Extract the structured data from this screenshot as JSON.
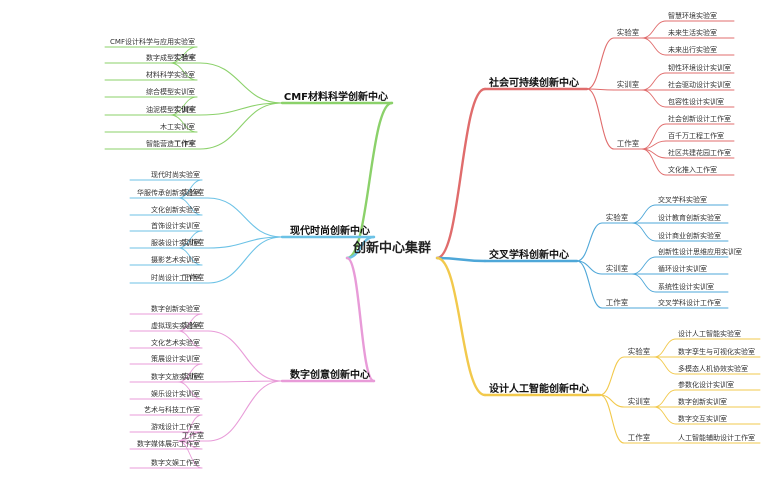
{
  "central": "创新中心集群",
  "branches": [
    {
      "name": "社会可持续创新中心",
      "color": "#e06c6c",
      "groups": [
        {
          "name": "实验室",
          "items": [
            "智慧环境实验室",
            "未来生活实验室",
            "未来出行实验室"
          ]
        },
        {
          "name": "实训室",
          "items": [
            "韧性环境设计实训室",
            "社会驱动设计实训室",
            "包容性设计实训室"
          ]
        },
        {
          "name": "工作室",
          "items": [
            "社会创新设计工作室",
            "百千万工程工作室",
            "社区共建花园工作室",
            "文化推入工作室"
          ]
        }
      ]
    },
    {
      "name": "交叉学科创新中心",
      "color": "#4ea7d8",
      "groups": [
        {
          "name": "实验室",
          "items": [
            "交叉学科实验室",
            "设计教育创新实验室",
            "设计商业创新实验室"
          ]
        },
        {
          "name": "实训室",
          "items": [
            "创新性设计思维应用实训室",
            "循环设计实训室",
            "系统性设计实训室"
          ]
        },
        {
          "name": "工作室",
          "items": [
            "交叉学科设计工作室"
          ]
        }
      ]
    },
    {
      "name": "设计人工智能创新中心",
      "color": "#f2c94c",
      "groups": [
        {
          "name": "实验室",
          "items": [
            "设计人工智能实验室",
            "数字孪生与可视化实验室",
            "多模态人机协效实验室"
          ]
        },
        {
          "name": "实训室",
          "items": [
            "参数化设计实训室",
            "数字创新实训室",
            "数字交互实训室"
          ]
        },
        {
          "name": "工作室",
          "items": [
            "人工智能辅助设计工作室"
          ]
        }
      ]
    },
    {
      "name": "CMF材料科学创新中心",
      "color": "#8bd16a",
      "groups": [
        {
          "name": "实验室",
          "items": [
            "CMF设计科学与应用实验室",
            "数字成型实验室",
            "材料科学实验室"
          ]
        },
        {
          "name": "实训室",
          "items": [
            "综合模型实训室",
            "油泥模型实训室",
            "木工实训室"
          ]
        },
        {
          "name": "工作室",
          "items": [
            "智能营造工作室"
          ]
        }
      ]
    },
    {
      "name": "现代时尚创新中心",
      "color": "#6cc2e6",
      "groups": [
        {
          "name": "实验室",
          "items": [
            "现代时尚实验室",
            "华服传承创新实验室",
            "文化创新实验室"
          ]
        },
        {
          "name": "实训室",
          "items": [
            "首饰设计实训室",
            "服装设计实训室",
            "摄影艺术实训室"
          ]
        },
        {
          "name": "工作室",
          "items": [
            "时尚设计工作室"
          ]
        }
      ]
    },
    {
      "name": "数字创意创新中心",
      "color": "#e89bd8",
      "groups": [
        {
          "name": "实验室",
          "items": [
            "数字创新实验室",
            "虚拟现实实验室",
            "文化艺术实验室"
          ]
        },
        {
          "name": "实训室",
          "items": [
            "策展设计实训室",
            "数字文旅实训室",
            "娱乐设计实训室"
          ]
        },
        {
          "name": "工作室",
          "items": [
            "艺术与科技工作室",
            "游戏设计工作室",
            "数字媒体展示工作室",
            "数字文娱工作室"
          ]
        }
      ]
    }
  ]
}
